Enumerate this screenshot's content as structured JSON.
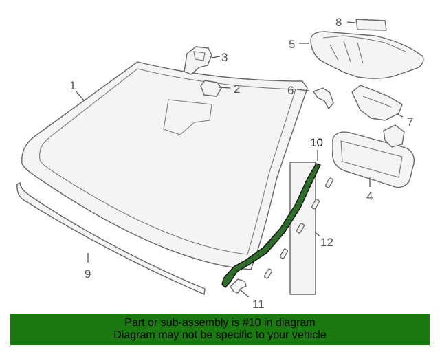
{
  "callouts": {
    "c1": "1",
    "c2": "2",
    "c3": "3",
    "c4": "4",
    "c5": "5",
    "c6": "6",
    "c7": "7",
    "c8": "8",
    "c9": "9",
    "c10": "10",
    "c11": "11",
    "c12": "12"
  },
  "colors": {
    "highlight_part": "#2f6e2a",
    "footer_bg": "#1a7a10"
  },
  "footer": {
    "line1": "Part or sub-assembly is #10 in diagram",
    "line2": "Diagram may not be specific to your vehicle"
  }
}
